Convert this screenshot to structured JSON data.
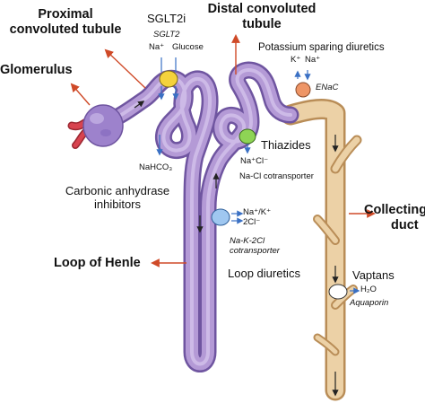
{
  "colors": {
    "tubule_fill": "#b49ad6",
    "tubule_stroke": "#6f55a0",
    "collecting_fill": "#ecd1a6",
    "collecting_stroke": "#b98d57",
    "arrow_orange": "#cf4a28",
    "arrow_blue": "#3a70c4",
    "glom_fill": "#9d82cc",
    "afferent_red": "#d8434f",
    "sglt2_yellow": "#f4d23c",
    "thiazide_green": "#8ed455",
    "enac_orange": "#ee9566",
    "nkcc_blue": "#9fc7f0",
    "aquaporin_white": "#ffffff"
  },
  "labels": {
    "proximal_line1": "Proximal",
    "proximal_line2": "convoluted tubule",
    "glomerulus": "Glomerulus",
    "sglt2i": "SGLT2i",
    "sglt2": "SGLT2",
    "sglt2_na": "Na⁺",
    "sglt2_glucose": "Glucose",
    "distal_line1": "Distal convoluted",
    "distal_line2": "tubule",
    "potassium_sparing": "Potassium sparing diuretics",
    "enac_k": "K⁺",
    "enac_na": "Na⁺",
    "enac": "ENaC",
    "nahco3": "NaHCO₃",
    "thiazides": "Thiazides",
    "thiazide_nacl": "Na⁺Cl⁻",
    "nacl_cotransporter": "Na-Cl cotransporter",
    "carbonic_line1": "Carbonic anhydrase",
    "carbonic_line2": "inhibitors",
    "nkcc_nak": "Na⁺/K⁺",
    "nkcc_2cl": "2Cl⁻",
    "nkcc_line1": "Na-K-2Cl",
    "nkcc_line2": "cotransporter",
    "loop_diuretics": "Loop diuretics",
    "loop_of_henle": "Loop of Henle",
    "collecting_line1": "Collecting",
    "collecting_line2": "duct",
    "vaptans": "Vaptans",
    "h2o": "H₂O",
    "aquaporin": "Aquaporin"
  }
}
